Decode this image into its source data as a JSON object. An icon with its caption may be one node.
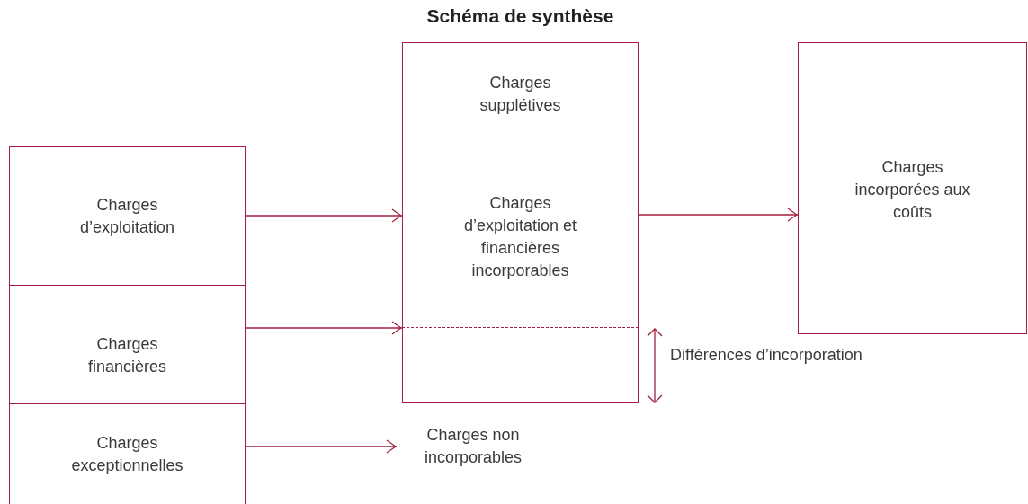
{
  "diagram": {
    "title": "Schéma de synthèse",
    "nodes": [
      {
        "text": [
          "Charges d’exploitation"
        ]
      },
      {
        "text": [
          "Charges financières"
        ]
      },
      {
        "text": [
          "Charges exceptionnelles"
        ]
      },
      {
        "text": [
          "Charges supplétives"
        ]
      },
      {
        "text": [
          "Charges d’exploitation et financières incorporables"
        ]
      },
      {
        "text": [],
        "shape": "box"
      },
      {
        "text": [
          "Charges non incorporables"
        ]
      },
      {
        "text": [
          "Charges incorporées aux coûts"
        ]
      }
    ],
    "edges": [
      {
        "from": 0,
        "to": 4,
        "arrow": "to"
      },
      {
        "from": 1,
        "to": 5,
        "arrow": "to"
      },
      {
        "from": 2,
        "to": 6,
        "arrow": "to"
      },
      {
        "from": 4,
        "to": 7,
        "arrow": "to"
      }
    ],
    "labels": [
      "Différences d’incorporation"
    ]
  }
}
